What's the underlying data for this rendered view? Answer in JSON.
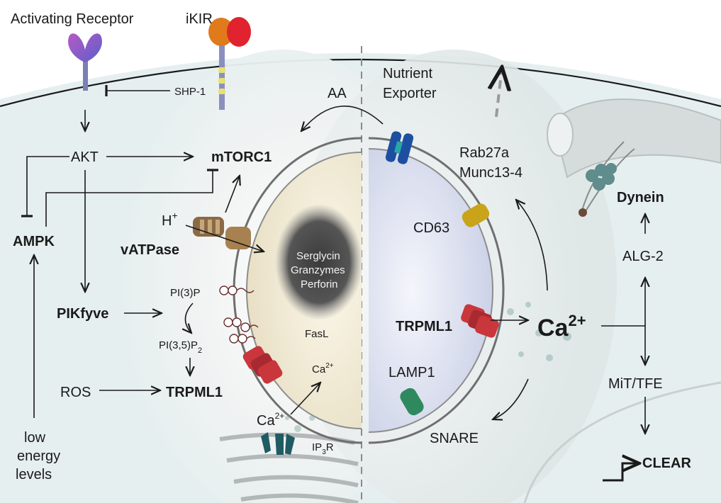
{
  "labels": {
    "activating_receptor": "Activating Receptor",
    "ikir": "iKIR",
    "shp1": "SHP-1",
    "akt": "AKT",
    "mtorc1": "mTORC1",
    "ampk": "AMPK",
    "h_plus_base": "H",
    "h_plus_sup": "+",
    "vatpase": "vATPase",
    "pi3p": "PI(3)P",
    "pikfyve": "PIKfyve",
    "pi35p2_base": "PI(3,5)P",
    "pi35p2_sub": "2",
    "ros": "ROS",
    "trpml1_left": "TRPML1",
    "low_energy_1": "low",
    "low_energy_2": "energy",
    "low_energy_3": "levels",
    "ca_er_base": "Ca",
    "ca_er_sup": "2+",
    "ip3r_ip": "IP",
    "ip3r_sub": "3",
    "ip3r_r": "R",
    "serglycin": "Serglycin",
    "granzymes": "Granzymes",
    "perforin": "Perforin",
    "fasl": "FasL",
    "ca_granule_base": "Ca",
    "ca_granule_sup": "2+",
    "aa": "AA",
    "nutrient": "Nutrient",
    "exporter": "Exporter",
    "rab27a": "Rab27a",
    "munc13": "Munc13-4",
    "cd63": "CD63",
    "trpml1_right": "TRPML1",
    "lamp1": "LAMP1",
    "snare": "SNARE",
    "ca_big_base": "Ca",
    "ca_big_sup": "2+",
    "dynein": "Dynein",
    "alg2": "ALG-2",
    "mit_tfe": "MiT/TFE",
    "clear": "CLEAR"
  },
  "colors": {
    "cell_fill": "#e6efef",
    "membrane": "#1a1a1a",
    "trpml1": "#c9363b",
    "cd63": "#c9a41a",
    "lamp1": "#2e8a5e",
    "nutrient_exporter": "#1d4fa0",
    "ip3r": "#1f5b63",
    "vatpase": "#8a6a45",
    "activating_receptor": "#9a5cc0",
    "ikir_head": "#e0232e",
    "ikir_body": "#e07a1a"
  }
}
